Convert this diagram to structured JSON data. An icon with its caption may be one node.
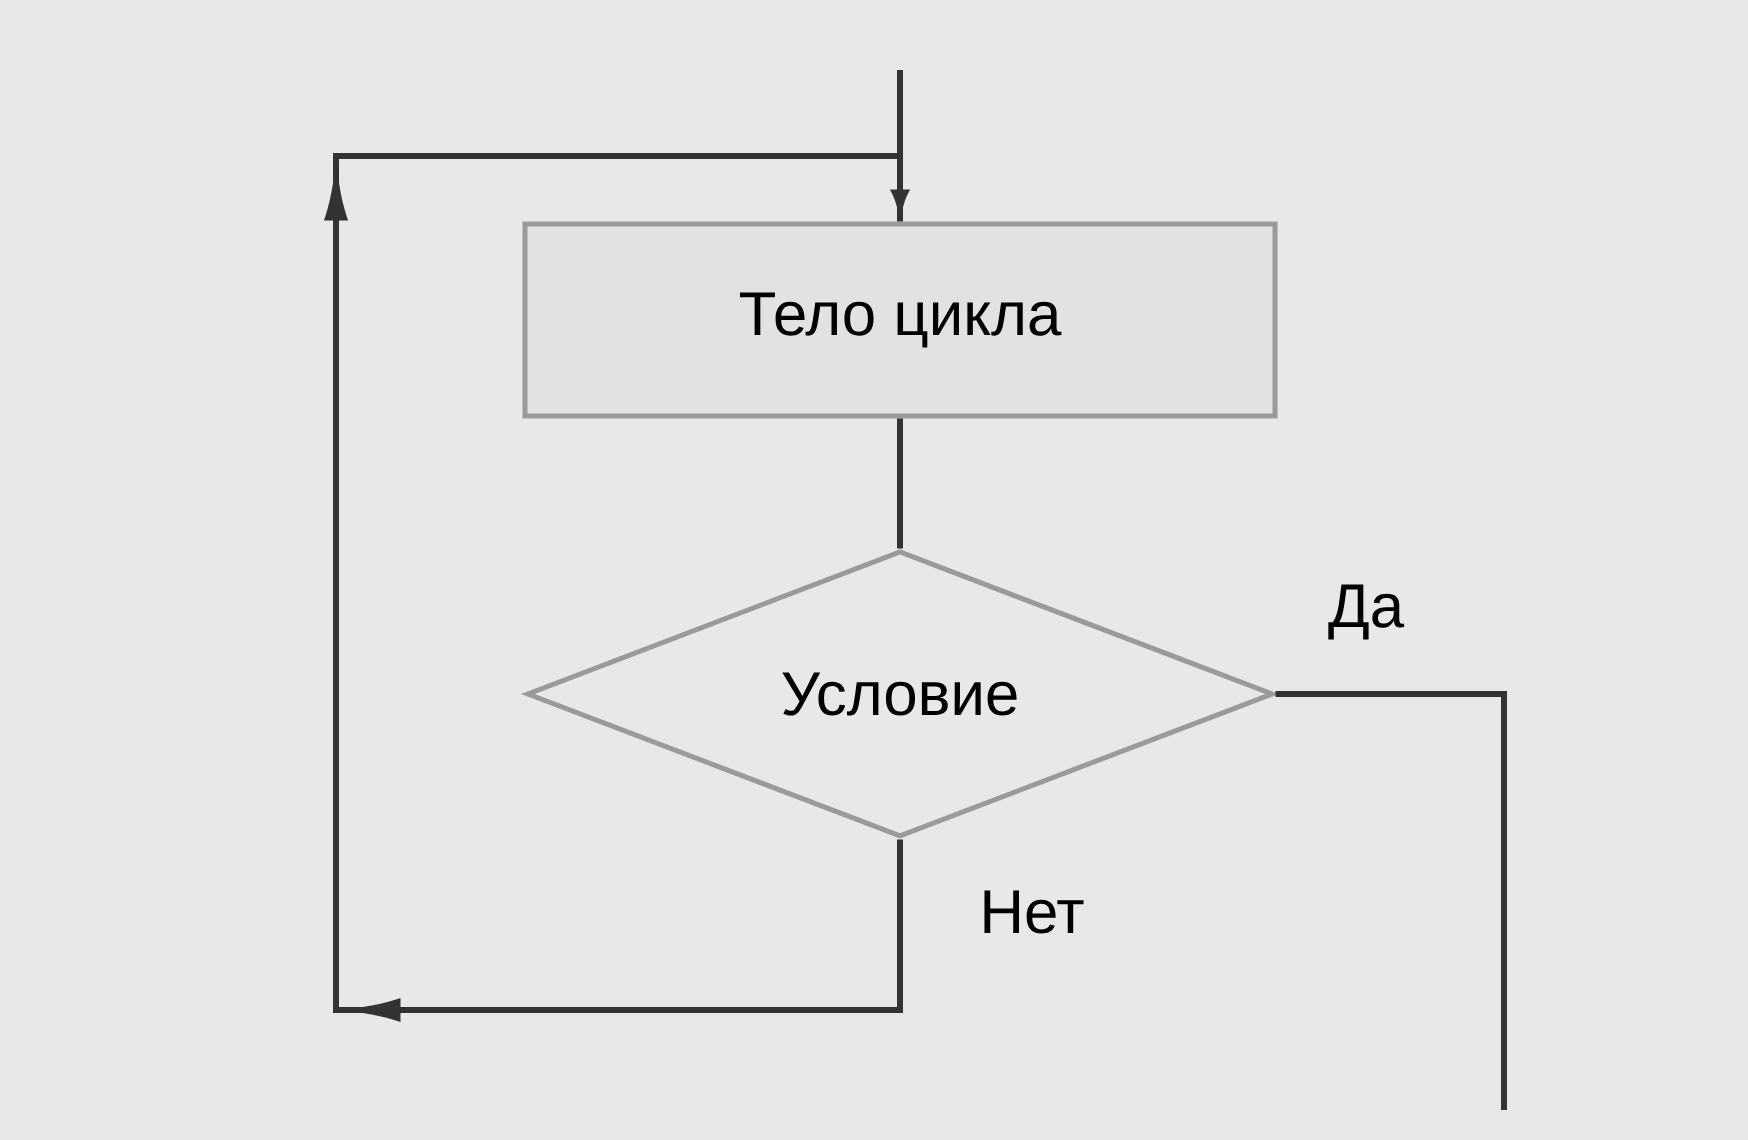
{
  "diagram": {
    "nodes": [
      {
        "text": [
          "Тело цикла"
        ]
      },
      {
        "text": [
          "Условие"
        ]
      }
    ],
    "edges": [
      {
        "from": null,
        "to": 0,
        "arrow": "none"
      },
      {
        "from": 0,
        "to": 1,
        "arrow": "none"
      },
      {
        "from": 1,
        "to": 0,
        "arrow": "to",
        "label": "Нет"
      },
      {
        "from": 1,
        "to": null,
        "arrow": "none",
        "label": "Да"
      }
    ]
  }
}
